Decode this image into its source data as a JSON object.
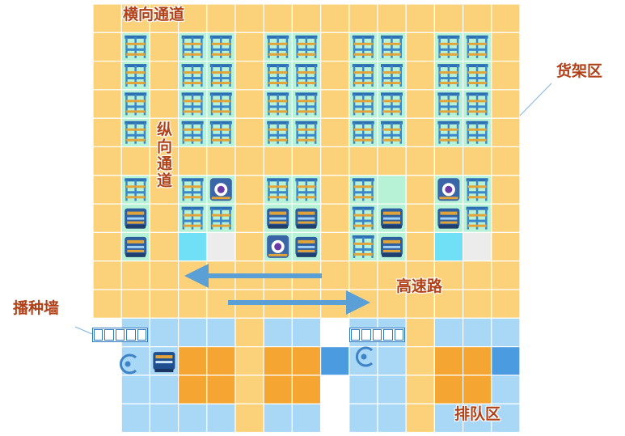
{
  "labels": {
    "horizontal_aisle": "横向通道",
    "vertical_aisle": "纵向通道",
    "shelf_area": "货架区",
    "highway": "高速路",
    "sowing_wall": "播种墙",
    "queue_area": "排队区"
  },
  "colors": {
    "aisle": "#fbd27a",
    "shelf_cell": "#b8f2d6",
    "queue_cell": "#a9d8f6",
    "station_cell": "#f5a531",
    "station_dark": "#4a9be0",
    "highlight_cyan": "#6fe0f5",
    "highlight_gray": "#ececec",
    "arrow": "#5a9fd6",
    "label_text": "#b0421a"
  },
  "icons": [
    "shelf-icon",
    "robot-with-shelf-icon",
    "robot-icon",
    "picking-station-icon"
  ]
}
